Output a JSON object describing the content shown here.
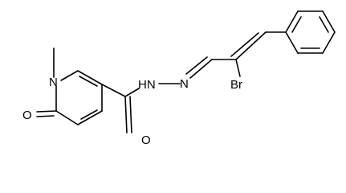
{
  "structure": {
    "atoms": {
      "n_ring": "N",
      "n_methyl": "",
      "o_ring": "O",
      "o_amide": "O",
      "nh_hydrazide": "HN",
      "n_imine": "N",
      "br": "Br"
    },
    "colors": {
      "bond": "#000000",
      "label": "#000000",
      "background": "#ffffff"
    }
  }
}
